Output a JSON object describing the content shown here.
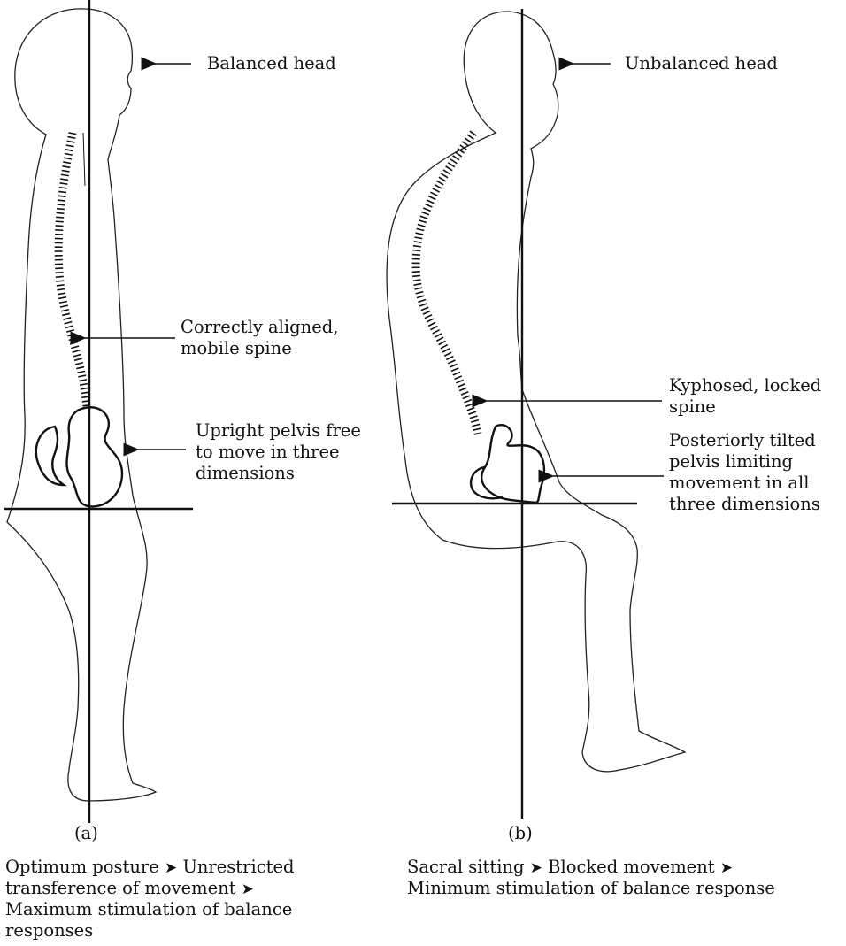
{
  "panel_a": {
    "tag": "(a)",
    "labels": {
      "head": "Balanced head",
      "spine": "Correctly aligned,\nmobile spine",
      "pelvis": "Upright pelvis free\nto move in three\ndimensions"
    },
    "caption": {
      "seg1": "Optimum posture",
      "seg2": "Unrestricted",
      "seg3": "transference of movement",
      "seg4": "Maximum stimulation of balance",
      "seg5": "responses"
    }
  },
  "panel_b": {
    "tag": "(b)",
    "labels": {
      "head": "Unbalanced head",
      "spine": "Kyphosed, locked\nspine",
      "pelvis": "Posteriorly tilted\npelvis limiting\nmovement in all\nthree dimensions"
    },
    "caption": {
      "seg1": "Sacral sitting",
      "seg2": "Blocked movement",
      "seg3": "Minimum stimulation of balance response"
    }
  },
  "caption_arrow_glyph": "➤",
  "colors": {
    "ink": "#111111",
    "background": "#ffffff"
  }
}
